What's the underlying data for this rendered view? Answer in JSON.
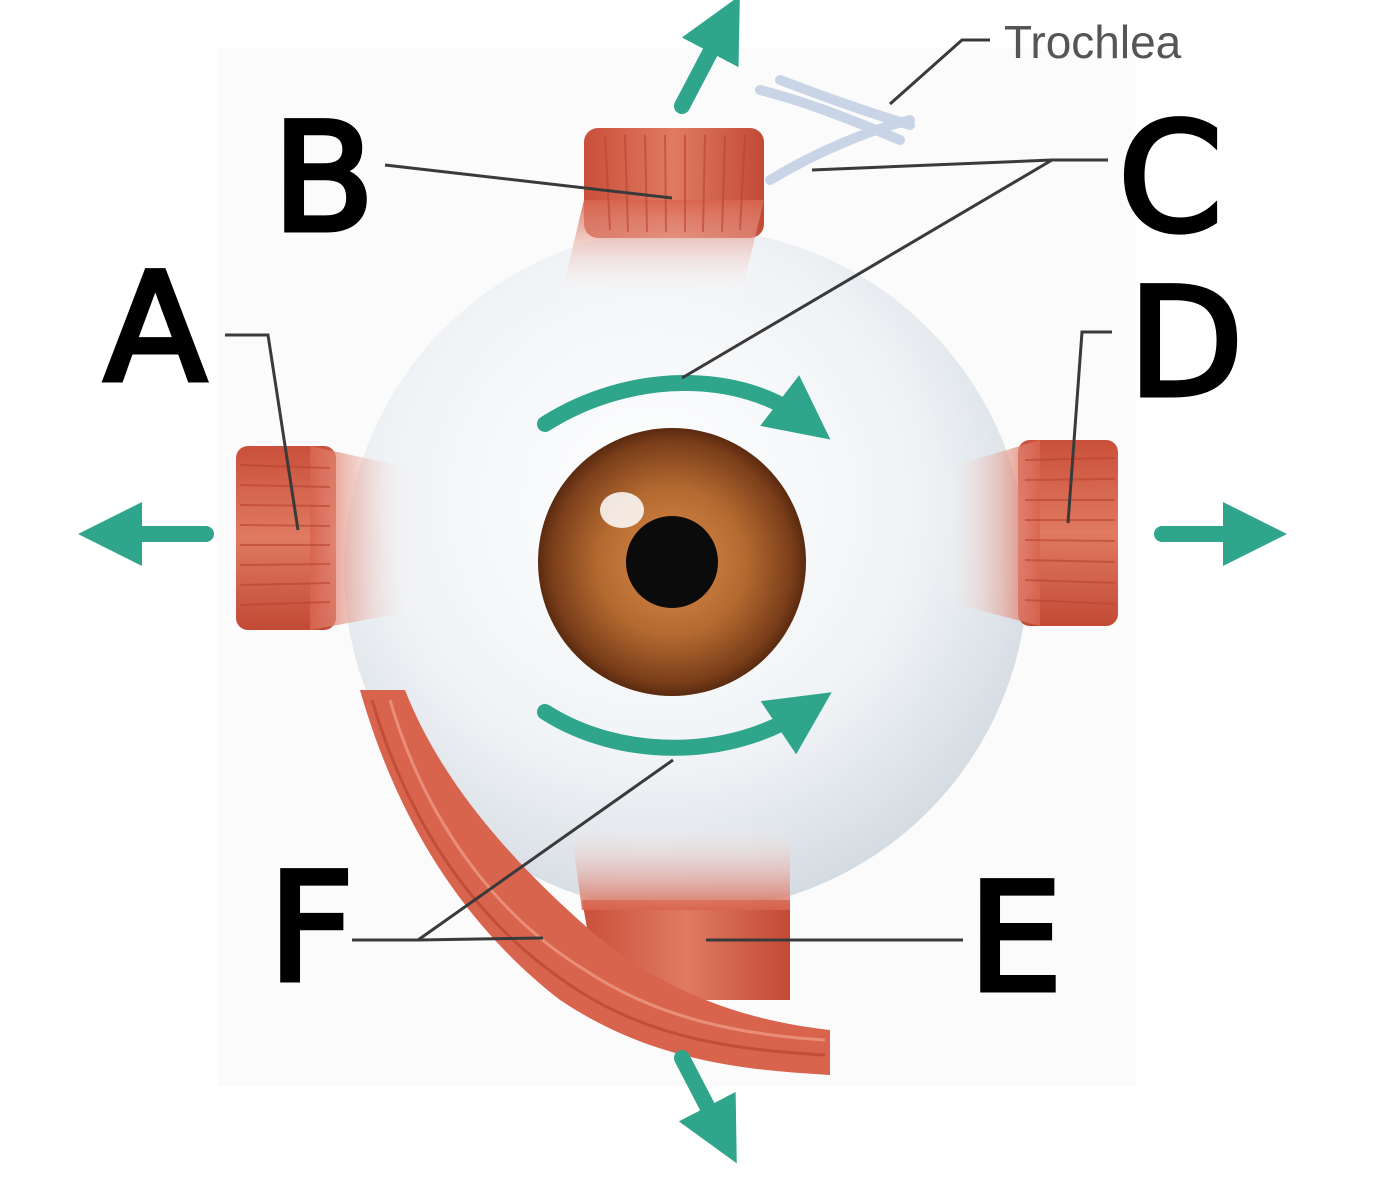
{
  "labels": {
    "a": "A",
    "b": "B",
    "c": "C",
    "d": "D",
    "e": "E",
    "f": "F",
    "trochlea": "Trochlea"
  },
  "colors": {
    "arrow": "#2fa58b",
    "muscle": "#d8644e",
    "muscle_dark": "#b9432f",
    "sclera": "#e9eef3",
    "iris": "#a0522d",
    "pupil": "#0b0b0b"
  }
}
